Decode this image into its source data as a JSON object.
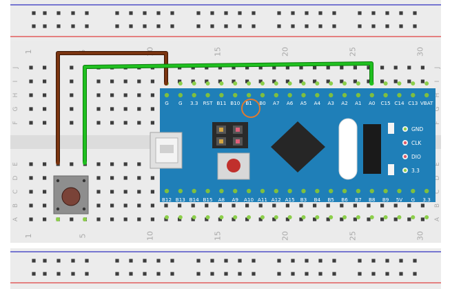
{
  "breadboard": {
    "column_numbers": [
      "1",
      "5",
      "10",
      "15",
      "20",
      "25",
      "30"
    ],
    "row_labels_top": [
      "J",
      "I",
      "H",
      "G",
      "F"
    ],
    "row_labels_bottom": [
      "E",
      "D",
      "C",
      "B",
      "A"
    ]
  },
  "board": {
    "top_pins": [
      "G",
      "G",
      "3.3",
      "RST",
      "B11",
      "B10",
      "B1",
      "B0",
      "A7",
      "A6",
      "A5",
      "A4",
      "A3",
      "A2",
      "A1",
      "A0",
      "C15",
      "C14",
      "C13",
      "VBAT"
    ],
    "bottom_pins": [
      "B12",
      "B13",
      "B14",
      "B15",
      "A8",
      "A9",
      "A10",
      "A11",
      "A12",
      "A15",
      "B3",
      "B4",
      "B5",
      "B6",
      "B7",
      "B8",
      "B9",
      "5V",
      "G",
      "3.3"
    ],
    "side_pins": [
      "GND",
      "CLK",
      "DIO",
      "3.3"
    ]
  },
  "colors": {
    "board": "#1f7fb8",
    "wire_brown": "#7a3410",
    "wire_green": "#20c020",
    "highlight_ring": "#e07a30",
    "rail_red": "#e04040",
    "rail_blue": "#3030c0"
  }
}
